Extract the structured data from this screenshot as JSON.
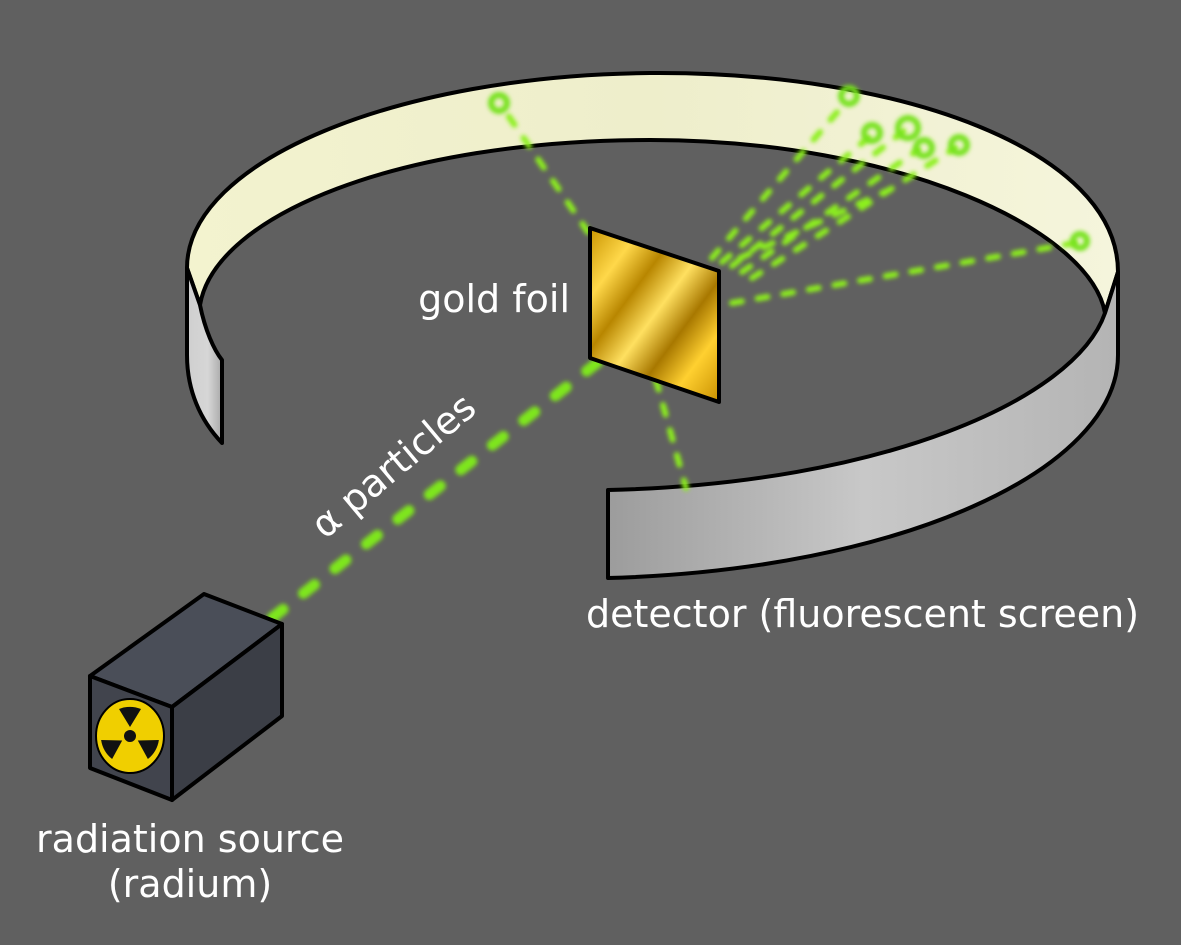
{
  "labels": {
    "gold_foil": "gold foil",
    "alpha_particles": "α particles",
    "detector": "detector (fluorescent screen)",
    "source_line1": "radiation source",
    "source_line2": "(radium)"
  },
  "colors": {
    "background": "#606060",
    "screen_inner": "#f4f4d6",
    "screen_outer": "#c8c8c8",
    "gold": "#e8b800",
    "particle": "#7ee61a",
    "source_box": "#3f434d",
    "radiation_symbol": "#f0cf00"
  },
  "icons": {
    "radiation": "radiation-trefoil-icon"
  }
}
